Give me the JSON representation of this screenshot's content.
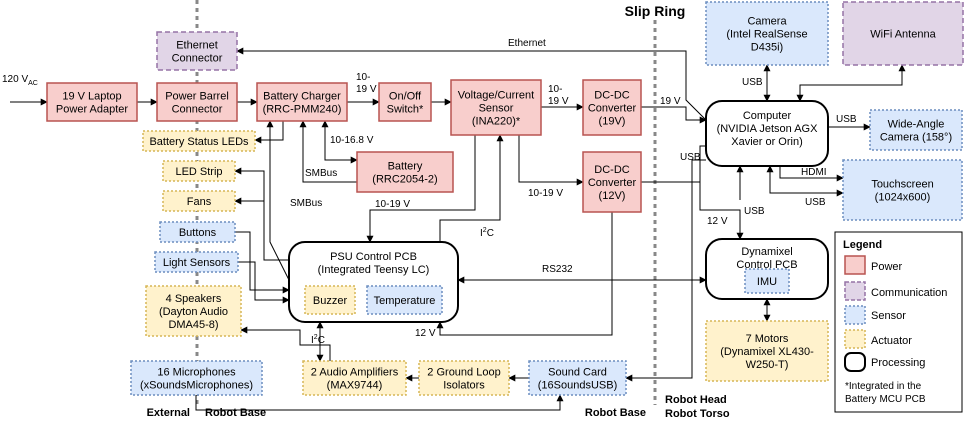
{
  "colors": {
    "power_fill": "#f8cecc",
    "power_stroke": "#b85450",
    "comm_fill": "#e1d5e7",
    "comm_stroke": "#9673a6",
    "sensor_fill": "#dae8fc",
    "sensor_stroke": "#6c8ebf",
    "actuator_fill": "#fff2cc",
    "actuator_stroke": "#d6b656",
    "processing_stroke": "#000000"
  },
  "input": {
    "label": "120 V",
    "subscript": "AC"
  },
  "region_labels": {
    "slip_ring": "Slip Ring",
    "external": "External",
    "robot_base_left": "Robot Base",
    "robot_base_right": "Robot Base",
    "robot_head": "Robot Head",
    "robot_torso": "Robot Torso"
  },
  "blocks": {
    "ethernet_connector": [
      "Ethernet",
      "Connector"
    ],
    "laptop_adapter": [
      "19 V Laptop",
      "Power Adapter"
    ],
    "barrel_connector": [
      "Power Barrel",
      "Connector"
    ],
    "battery_charger": [
      "Battery Charger",
      "(RRC-PMM240)"
    ],
    "on_off_switch": [
      "On/Off",
      "Switch*"
    ],
    "vc_sensor": [
      "Voltage/Current",
      "Sensor",
      "(INA220)*"
    ],
    "dcdc_19v": [
      "DC-DC",
      "Converter",
      "(19V)"
    ],
    "dcdc_12v": [
      "DC-DC",
      "Converter",
      "(12V)"
    ],
    "battery": [
      "Battery",
      "(RRC2054-2)"
    ],
    "battery_leds": [
      "Battery Status LEDs"
    ],
    "led_strip": [
      "LED Strip"
    ],
    "fans": [
      "Fans"
    ],
    "buttons": [
      "Buttons"
    ],
    "light_sensors": [
      "Light Sensors"
    ],
    "speakers": [
      "4 Speakers",
      "(Dayton Audio",
      "DMA45-8)"
    ],
    "microphones": [
      "16 Microphones",
      "(xSoundsMicrophones)"
    ],
    "psu_pcb": [
      "PSU Control PCB",
      "(Integrated Teensy LC)"
    ],
    "buzzer": [
      "Buzzer"
    ],
    "temperature": [
      "Temperature"
    ],
    "audio_amps": [
      "2 Audio Amplifiers",
      "(MAX9744)"
    ],
    "ground_loop": [
      "2 Ground Loop",
      "Isolators"
    ],
    "sound_card": [
      "Sound Card",
      "(16SoundsUSB)"
    ],
    "camera": [
      "Camera",
      "(Intel RealSense",
      "D435i)"
    ],
    "wifi": [
      "WiFi Antenna"
    ],
    "computer": [
      "Computer",
      "(NVIDIA Jetson AGX",
      "Xavier or Orin)"
    ],
    "wide_camera": [
      "Wide-Angle",
      "Camera (158°)"
    ],
    "touchscreen": [
      "Touchscreen",
      "(1024x600)"
    ],
    "dynamixel_pcb": [
      "Dynamixel",
      "Control PCB"
    ],
    "imu": [
      "IMU"
    ],
    "motors": [
      "7 Motors",
      "(Dynamixel XL430-",
      "W250-T)"
    ]
  },
  "edge_labels": {
    "ethernet": "Ethernet",
    "v_10_19_a": [
      "10-",
      "19 V"
    ],
    "v_10_19_b": [
      "10-",
      "19 V"
    ],
    "v_10_19_c": "10-19 V",
    "v_10_19_d": "10-19 V",
    "v_19": "19 V",
    "v_10_16_8": "10-16.8 V",
    "smbus_a": "SMBus",
    "smbus_b": "SMBus",
    "i2c_a": "I",
    "i2c_b": "I",
    "i2c_sup": "2",
    "i2c_suffix": "C",
    "rs232": "RS232",
    "v_12_a": "12 V",
    "v_12_b": "12 V",
    "usb_camera": "USB",
    "usb_wide": "USB",
    "usb_dcdc": "USB",
    "usb_dyn": "USB",
    "usb_touch": "USB",
    "hdmi": "HDMI"
  },
  "legend": {
    "title": "Legend",
    "items": [
      "Power",
      "Communication",
      "Sensor",
      "Actuator",
      "Processing"
    ],
    "note": [
      "*Integrated in the",
      "Battery MCU PCB"
    ]
  }
}
